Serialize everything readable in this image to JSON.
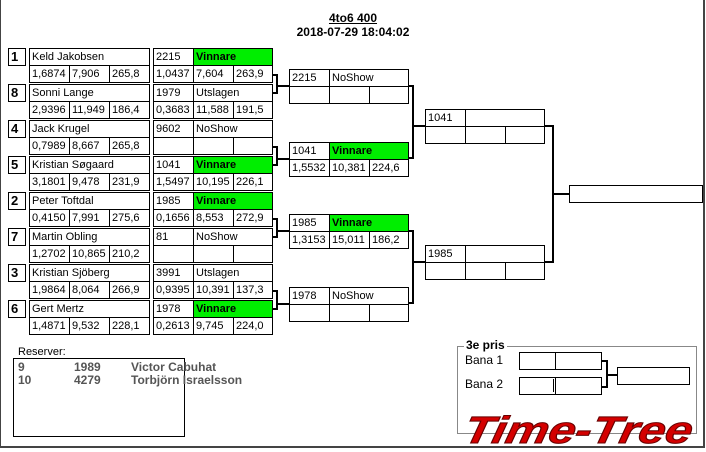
{
  "header": {
    "title": "4to6 400",
    "datetime": "2018-07-29 18:04:02"
  },
  "round1": [
    {
      "seed": "1",
      "name": "Keld Jakobsen",
      "vals": [
        "1,6874",
        "7,906",
        "265,8"
      ],
      "result": {
        "num": "2215",
        "status": "Vinnare",
        "win": true,
        "vals": [
          "1,0437",
          "7,604",
          "263,9"
        ]
      }
    },
    {
      "seed": "8",
      "name": "Sonni Lange",
      "vals": [
        "2,9396",
        "11,949",
        "186,4"
      ],
      "result": {
        "num": "1979",
        "status": "Utslagen",
        "win": false,
        "vals": [
          "0,3683",
          "11,588",
          "191,5"
        ]
      }
    },
    {
      "seed": "4",
      "name": "Jack Krugel",
      "vals": [
        "0,7989",
        "8,667",
        "265,8"
      ],
      "result": {
        "num": "9602",
        "status": "NoShow",
        "win": false,
        "vals": [
          "",
          "",
          ""
        ]
      }
    },
    {
      "seed": "5",
      "name": "Kristian Søgaard",
      "vals": [
        "3,1801",
        "9,478",
        "231,9"
      ],
      "result": {
        "num": "1041",
        "status": "Vinnare",
        "win": true,
        "vals": [
          "1,5497",
          "10,195",
          "226,1"
        ]
      }
    },
    {
      "seed": "2",
      "name": "Peter Toftdal",
      "vals": [
        "0,4150",
        "7,991",
        "275,6"
      ],
      "result": {
        "num": "1985",
        "status": "Vinnare",
        "win": true,
        "vals": [
          "0,1656",
          "8,553",
          "272,9"
        ]
      }
    },
    {
      "seed": "7",
      "name": "Martin Obling",
      "vals": [
        "1,2702",
        "10,865",
        "210,2"
      ],
      "result": {
        "num": "81",
        "status": "NoShow",
        "win": false,
        "vals": [
          "",
          "",
          ""
        ]
      }
    },
    {
      "seed": "3",
      "name": "Kristian Sjöberg",
      "vals": [
        "1,9864",
        "8,064",
        "266,9"
      ],
      "result": {
        "num": "3991",
        "status": "Utslagen",
        "win": false,
        "vals": [
          "0,9395",
          "10,391",
          "137,3"
        ]
      }
    },
    {
      "seed": "6",
      "name": "Gert Mertz",
      "vals": [
        "1,4871",
        "9,532",
        "228,1"
      ],
      "result": {
        "num": "1978",
        "status": "Vinnare",
        "win": true,
        "vals": [
          "0,2613",
          "9,745",
          "224,0"
        ]
      }
    }
  ],
  "quarter": [
    {
      "num": "2215",
      "status": "NoShow",
      "win": false,
      "vals": [
        "",
        "",
        ""
      ]
    },
    {
      "num": "1041",
      "status": "Vinnare",
      "win": true,
      "vals": [
        "1,5532",
        "10,381",
        "224,6"
      ]
    },
    {
      "num": "1985",
      "status": "Vinnare",
      "win": true,
      "vals": [
        "1,3153",
        "15,011",
        "186,2"
      ]
    },
    {
      "num": "1978",
      "status": "NoShow",
      "win": false,
      "vals": [
        "",
        "",
        ""
      ]
    }
  ],
  "semi": [
    {
      "num": "1041",
      "status": "",
      "win": false,
      "vals": [
        "",
        "",
        ""
      ]
    },
    {
      "num": "1985",
      "status": "",
      "win": false,
      "vals": [
        "",
        "",
        ""
      ]
    }
  ],
  "final": {
    "value": ""
  },
  "reserves": {
    "label": "Reserver:",
    "rows": [
      {
        "pos": "9",
        "num": "1989",
        "name": "Victor Cabuhat"
      },
      {
        "pos": "10",
        "num": "4279",
        "name": "Torbjörn Israelsson"
      }
    ]
  },
  "third_prize": {
    "title": "3e pris",
    "bana1": "Bana 1",
    "bana2": "Bana 2"
  },
  "logo": {
    "text": "Time-Tree"
  },
  "colors": {
    "winner": "#00ee00",
    "logo": "#d40000"
  }
}
